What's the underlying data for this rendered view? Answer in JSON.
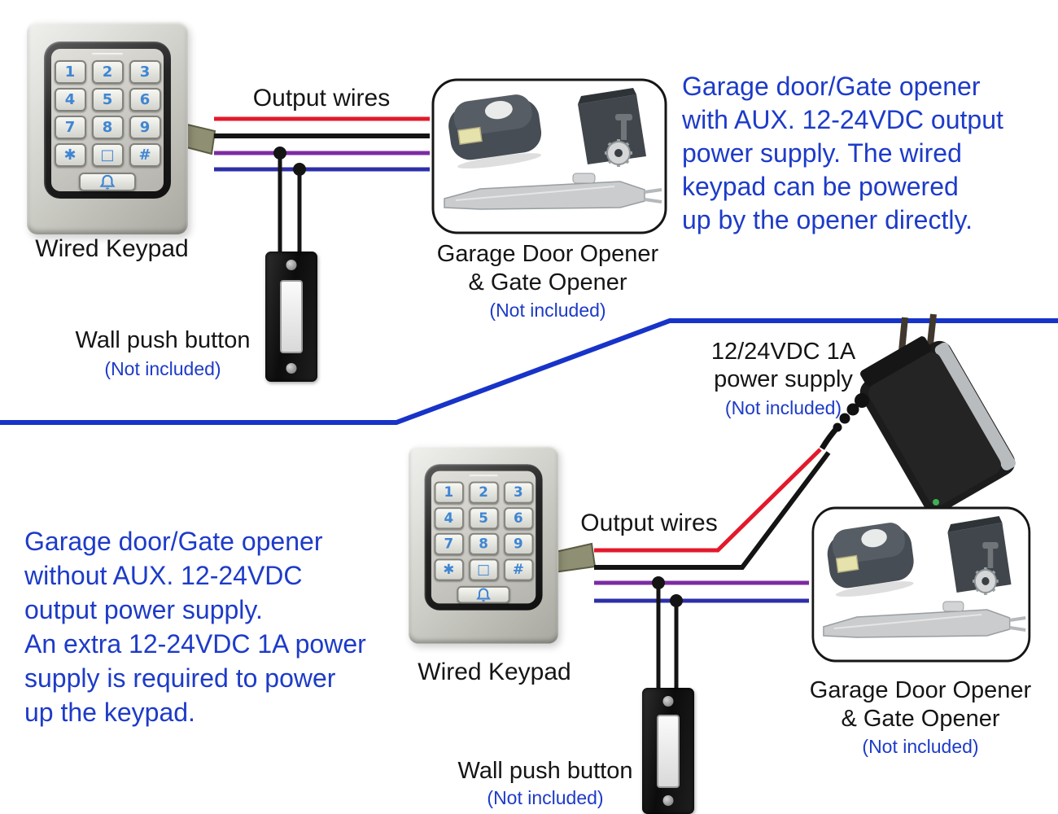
{
  "colors": {
    "annotation_blue": "#1d3bc8",
    "separator_blue": "#1733c8",
    "wire_red": "#e3192b",
    "wire_black": "#141414",
    "wire_purple": "#7c2ba2",
    "wire_blue": "#2d2fa8",
    "keypad_glyph_blue": "#3f86d2"
  },
  "keypad": {
    "keys": [
      "1",
      "2",
      "3",
      "4",
      "5",
      "6",
      "7",
      "8",
      "9",
      "✱",
      "□",
      "#"
    ]
  },
  "top": {
    "keypad_label": "Wired Keypad",
    "output_wires": "Output wires",
    "opener": {
      "line1": "Garage Door Opener",
      "line2": "& Gate Opener",
      "note": "(Not included)"
    },
    "wall_button": {
      "label": "Wall push button",
      "note": "(Not included)"
    },
    "annotation_lines": [
      "Garage door/Gate opener",
      "with AUX. 12-24VDC output",
      "power supply. The wired",
      "keypad can be powered",
      "up by the opener directly."
    ]
  },
  "bottom": {
    "keypad_label": "Wired Keypad",
    "output_wires": "Output wires",
    "power_supply": {
      "line1": "12/24VDC 1A",
      "line2": "power supply",
      "note": "(Not included)"
    },
    "opener": {
      "line1": "Garage Door Opener",
      "line2": "& Gate Opener",
      "note": "(Not included)"
    },
    "wall_button": {
      "label": "Wall push button",
      "note": "(Not included)"
    },
    "annotation_lines": [
      "Garage door/Gate opener",
      "without AUX. 12-24VDC",
      "output power supply.",
      "An extra 12-24VDC 1A power",
      "supply is required to power",
      "up the keypad."
    ]
  }
}
